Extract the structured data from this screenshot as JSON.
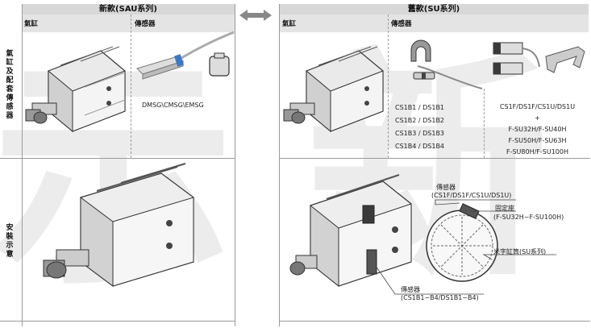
{
  "left_panel": {
    "title": "新款(SAU系列)",
    "cylinder_label": "氣缸",
    "sensor_label": "傳感器",
    "sensor_models": "DMSG\\CMSG\\EMSG"
  },
  "right_panel": {
    "title": "舊款(SU系列)",
    "cylinder_label": "氣缸",
    "sensor_label": "傳感器",
    "sensor_models_col1": [
      "CS1B1 / DS1B1",
      "CS1B2 / DS1B2",
      "CS1B3 / DS1B3",
      "CS1B4 / DS1B4"
    ],
    "sensor_models_col2": [
      "CS1F/DS1F/CS1U/DS1U",
      "+",
      "F-SU32H/F-SU40H",
      "F-SU50H/F-SU63H",
      "F-SU80H/F-SU100H"
    ]
  },
  "row_labels": {
    "cylinder_sensor": "氣\n缸\n及\n配\n套\n傳\n感\n器",
    "install": "安\n裝\n示\n意"
  },
  "install_callouts": {
    "sensor_top_title": "傳感器",
    "sensor_top_models": "(CS1F/DS1F/CS1U/DS1U)",
    "mount_title": "固定座",
    "mount_models": "(F-SU32H~F-SU100H)",
    "tube_label": "米字缸筒(SU系列)",
    "sensor_bottom_title": "傳感器",
    "sensor_bottom_models": "(CS1B1~B4/DS1B1~B4)"
  },
  "watermark": {
    "left_char": "示",
    "right_char": "新"
  },
  "arrow_icon": "double-arrow-icon",
  "colors": {
    "header_bg": "#d8d8d8",
    "sensor_blue": "#3a78c8",
    "line": "#9a9a9a"
  }
}
